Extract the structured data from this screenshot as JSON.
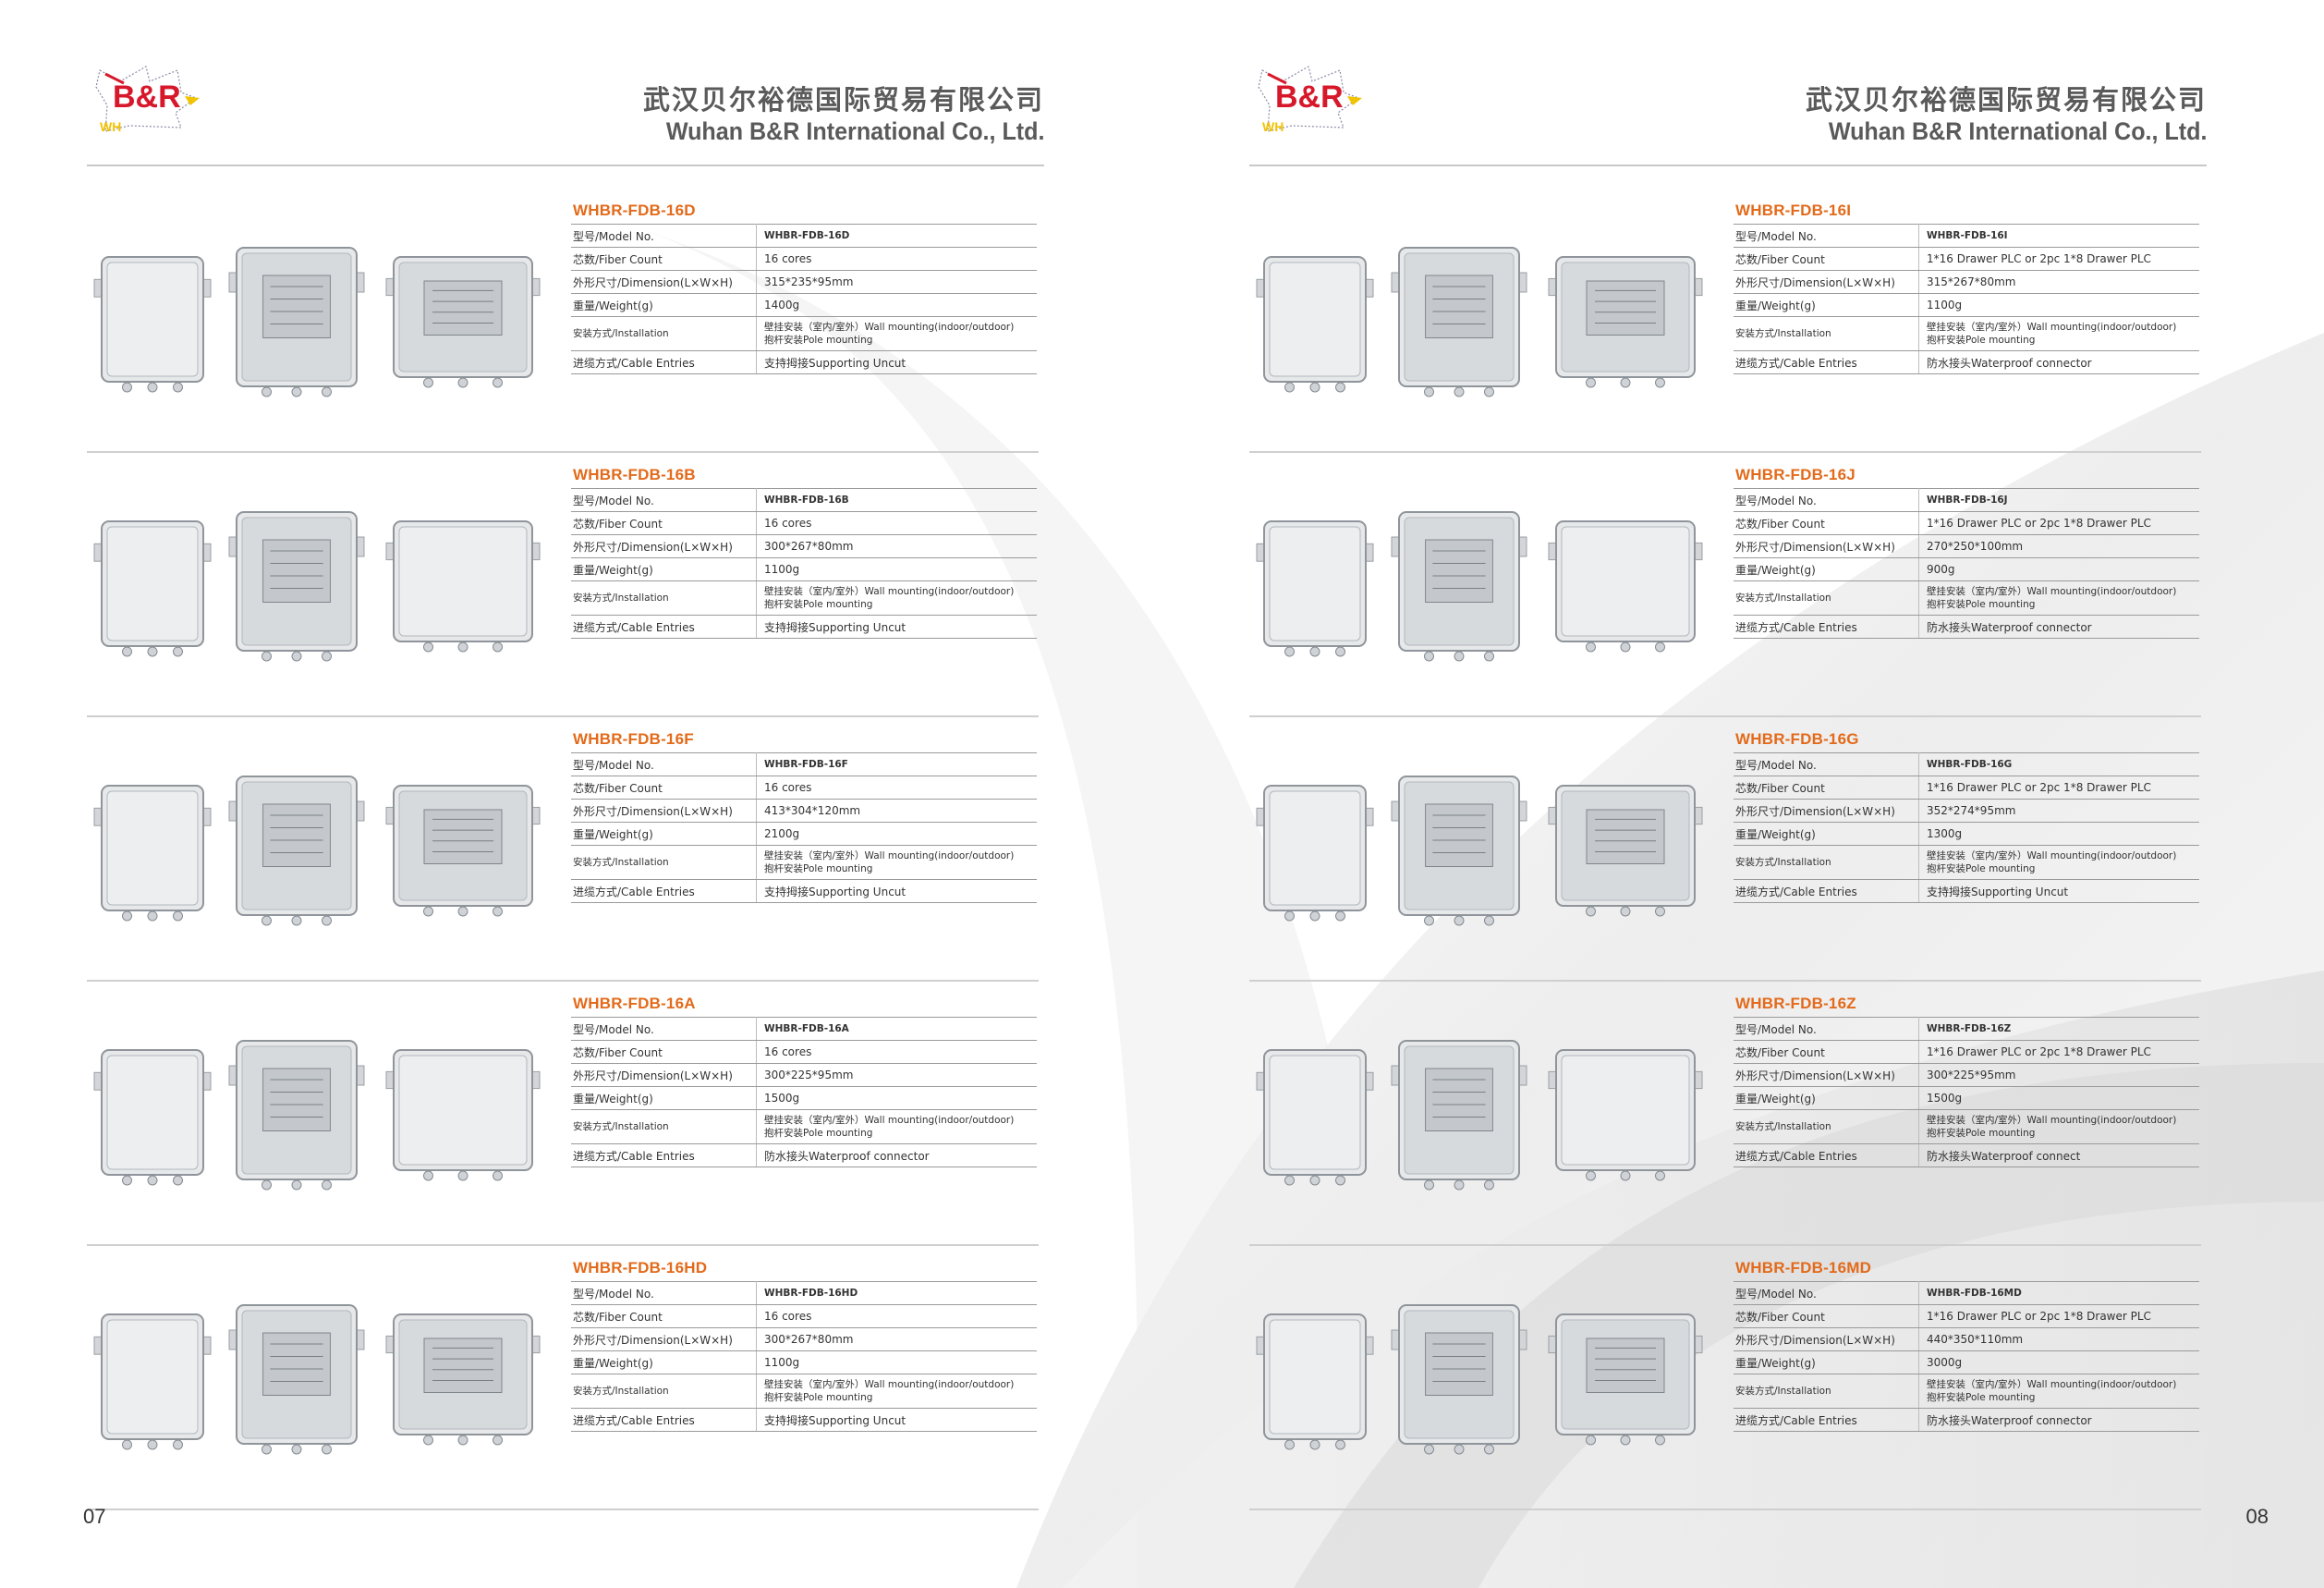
{
  "company": {
    "name_cn": "武汉贝尔裕德国际贸易有限公司",
    "name_en": "Wuhan B&R International Co., Ltd.",
    "logo_text": "B&R",
    "logo_sub": "WH"
  },
  "spec_labels": {
    "model": "型号/Model No.",
    "fiber": "芯数/Fiber Count",
    "dimension": "外形尺寸/Dimension(L×W×H)",
    "weight": "重量/Weight(g)",
    "installation": "安装方式/Installation",
    "cable": "进缆方式/Cable Entries"
  },
  "installation_line1": "壁挂安装（室内/室外）Wall mounting(indoor/outdoor)",
  "installation_line2": "抱杆安装Pole mounting",
  "pages": [
    {
      "page_number": "07",
      "products": [
        {
          "title": "WHBR-FDB-16D",
          "model": "WHBR-FDB-16D",
          "fiber": "16 cores",
          "dimension": "315*235*95mm",
          "weight": "1400g",
          "cable": "支持拇接Supporting Uncut"
        },
        {
          "title": "WHBR-FDB-16B",
          "model": "WHBR-FDB-16B",
          "fiber": "16 cores",
          "dimension": "300*267*80mm",
          "weight": "1100g",
          "cable": "支持拇接Supporting Uncut"
        },
        {
          "title": "WHBR-FDB-16F",
          "model": "WHBR-FDB-16F",
          "fiber": "16 cores",
          "dimension": "413*304*120mm",
          "weight": "2100g",
          "cable": "支持拇接Supporting Uncut"
        },
        {
          "title": "WHBR-FDB-16A",
          "model": "WHBR-FDB-16A",
          "fiber": "16 cores",
          "dimension": "300*225*95mm",
          "weight": "1500g",
          "cable": "防水接头Waterproof connector"
        },
        {
          "title": "WHBR-FDB-16HD",
          "model": "WHBR-FDB-16HD",
          "fiber": "16 cores",
          "dimension": "300*267*80mm",
          "weight": "1100g",
          "cable": "支持拇接Supporting Uncut"
        }
      ]
    },
    {
      "page_number": "08",
      "products": [
        {
          "title": "WHBR-FDB-16I",
          "model": "WHBR-FDB-16I",
          "fiber": "1*16 Drawer PLC or 2pc 1*8 Drawer PLC",
          "dimension": "315*267*80mm",
          "weight": "1100g",
          "cable": "防水接头Waterproof connector"
        },
        {
          "title": "WHBR-FDB-16J",
          "model": "WHBR-FDB-16J",
          "fiber": "1*16 Drawer PLC or 2pc 1*8 Drawer PLC",
          "dimension": "270*250*100mm",
          "weight": "900g",
          "cable": "防水接头Waterproof connector"
        },
        {
          "title": "WHBR-FDB-16G",
          "model": "WHBR-FDB-16G",
          "fiber": "1*16 Drawer PLC or 2pc 1*8 Drawer PLC",
          "dimension": "352*274*95mm",
          "weight": "1300g",
          "cable": "支持拇接Supporting Uncut"
        },
        {
          "title": "WHBR-FDB-16Z",
          "model": "WHBR-FDB-16Z",
          "fiber": "1*16 Drawer PLC or 2pc 1*8 Drawer PLC",
          "dimension": "300*225*95mm",
          "weight": "1500g",
          "cable": "防水接头Waterproof connect"
        },
        {
          "title": "WHBR-FDB-16MD",
          "model": "WHBR-FDB-16MD",
          "fiber": "1*16 Drawer PLC or 2pc 1*8 Drawer PLC",
          "dimension": "440*350*110mm",
          "weight": "3000g",
          "cable": "防水接头Waterproof connector"
        }
      ]
    }
  ],
  "colors": {
    "accent": "#e36a1a",
    "text": "#333333",
    "header_text": "#5a5a5a",
    "logo_red": "#d7182a",
    "logo_blue": "#1f3fa8",
    "logo_yellow": "#f2c300",
    "box_grey": "#e2e4e6"
  }
}
